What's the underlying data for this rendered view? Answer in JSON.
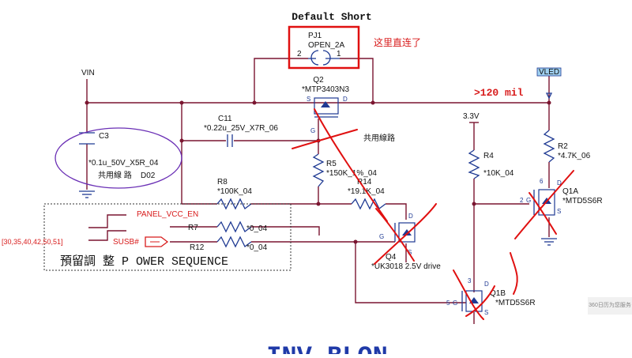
{
  "header": {
    "title": "Default  Short"
  },
  "jumper": {
    "ref": "PJ1",
    "value": "OPEN_2A",
    "pin_left": "2",
    "pin_right": "1"
  },
  "annotations": {
    "direct_connect": "这里直连了",
    "width_note": ">120  mil",
    "shared_line_right": "共用線路",
    "shared_line_left": "共用線  路",
    "shared_line_left_ref": "D02",
    "section_note": "預留調 整 P   OWER  SEQUENCE",
    "bottom_title": "INV_BLON"
  },
  "nets": {
    "vin": "VIN",
    "vled": "VLED",
    "v33": "3.3V",
    "panel_vcc_en": "PANEL_VCC_EN",
    "susb": "SUSB#",
    "bus_refs": "[30,35,40,42,50,51]"
  },
  "components": {
    "c3": {
      "ref": "C3",
      "value": "*0.1u_50V_X5R_04"
    },
    "c11": {
      "ref": "C11",
      "value": "*0.22u_25V_X7R_06"
    },
    "q2": {
      "ref": "Q2",
      "value": "*MTP3403N3",
      "pin_s": "S",
      "pin_d": "D",
      "pin_g": "G"
    },
    "r5": {
      "ref": "R5",
      "value": "*150K_1%_04"
    },
    "r8": {
      "ref": "R8",
      "value": "*100K_04"
    },
    "r14": {
      "ref": "R14",
      "value": "*19.1K_04"
    },
    "r7": {
      "ref": "R7",
      "value": "*0_04"
    },
    "r12": {
      "ref": "R12",
      "value": "*0_04"
    },
    "q4": {
      "ref": "Q4",
      "value": "*UK3018 2.5V drive",
      "pin_g": "G",
      "pin_d": "D",
      "pin_s": "S"
    },
    "r4": {
      "ref": "R4",
      "value": "*10K_04"
    },
    "r2": {
      "ref": "R2",
      "value": "*4.7K_06"
    },
    "q1a": {
      "ref": "Q1A",
      "value": "*MTD5S6R",
      "pin_top": "6",
      "pin_left": "2",
      "pin_d": "D",
      "pin_g": "G",
      "pin_s": "S"
    },
    "q1b": {
      "ref": "Q1B",
      "value": "*MTD5S6R",
      "pin_top": "3",
      "pin_left": "5",
      "pin_d": "D",
      "pin_g": "G",
      "pin_s": "S"
    }
  },
  "watermark": "360日历为您服务",
  "colors": {
    "wire": "#7a1530",
    "component": "#1f3a93",
    "annotation": "#d81b1b",
    "marker": "#e01010"
  }
}
